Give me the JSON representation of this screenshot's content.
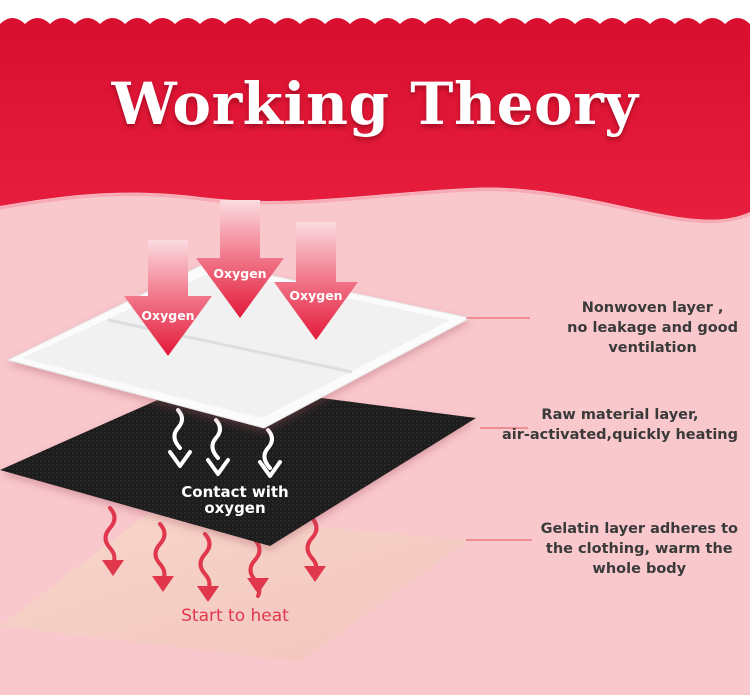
{
  "title": "Working Theory",
  "arrow_label": "Oxygen",
  "layers": [
    {
      "lines": [
        "Nonwoven layer ,",
        "no leakage and good",
        "ventilation"
      ]
    },
    {
      "lines": [
        "Raw material layer,",
        "air-activated,quickly heating"
      ]
    },
    {
      "lines": [
        "Gelatin layer adheres to",
        "the clothing, warm the",
        "whole body"
      ]
    }
  ],
  "contact_lines": [
    "Contact with",
    "oxygen"
  ],
  "start_label": "Start to heat",
  "colors": {
    "banner": "#e11a3a",
    "background": "#f9c8cc",
    "accent": "#e0374d",
    "leader_line": "#e96a78",
    "text": "#3a3a3a"
  }
}
